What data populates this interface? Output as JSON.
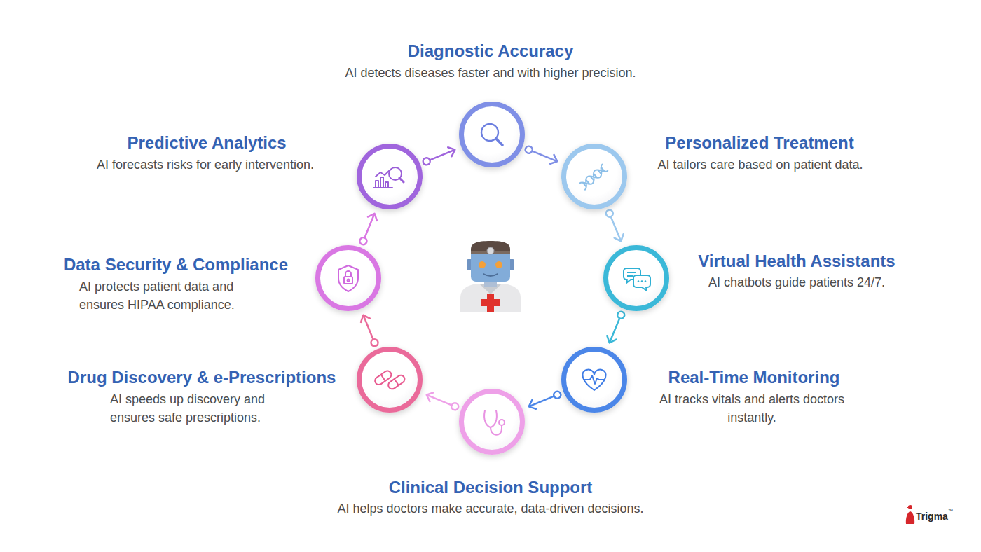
{
  "diagram": {
    "nodes": [
      {
        "text": [
          "Diagnostic Accuracy",
          "AI detects diseases faster and with higher precision."
        ]
      },
      {
        "text": [
          "Predictive Analytics",
          "AI forecasts risks for early intervention."
        ]
      },
      {
        "text": [
          "Personalized Treatment",
          "AI tailors care based on patient data."
        ]
      },
      {
        "text": [
          "Data Security & Compliance",
          "AI protects patient data and ensures HIPAA compliance."
        ]
      },
      {
        "text": [
          "Virtual Health Assistants",
          "AI chatbots guide patients 24/7."
        ]
      },
      {
        "text": [
          "Drug Discovery & e-Prescriptions",
          "AI speeds up discovery and ensures safe prescriptions."
        ]
      },
      {
        "text": [
          "Real-Time Monitoring",
          "AI tracks vitals and alerts doctors instantly."
        ]
      },
      {
        "text": [
          "Clinical Decision Support",
          "AI helps doctors make accurate, data-driven decisions."
        ]
      }
    ],
    "edges": [
      {
        "from": 0,
        "to": 2,
        "arrow": "to"
      },
      {
        "from": 2,
        "to": 4,
        "arrow": "to"
      },
      {
        "from": 4,
        "to": 6,
        "arrow": "to"
      },
      {
        "from": 6,
        "to": 7,
        "arrow": "to"
      },
      {
        "from": 7,
        "to": 5,
        "arrow": "to"
      },
      {
        "from": 5,
        "to": 3,
        "arrow": "to"
      },
      {
        "from": 3,
        "to": 1,
        "arrow": "to"
      },
      {
        "from": 1,
        "to": 0,
        "arrow": "to"
      }
    ],
    "labels": [
      "Trigma",
      "™"
    ]
  }
}
